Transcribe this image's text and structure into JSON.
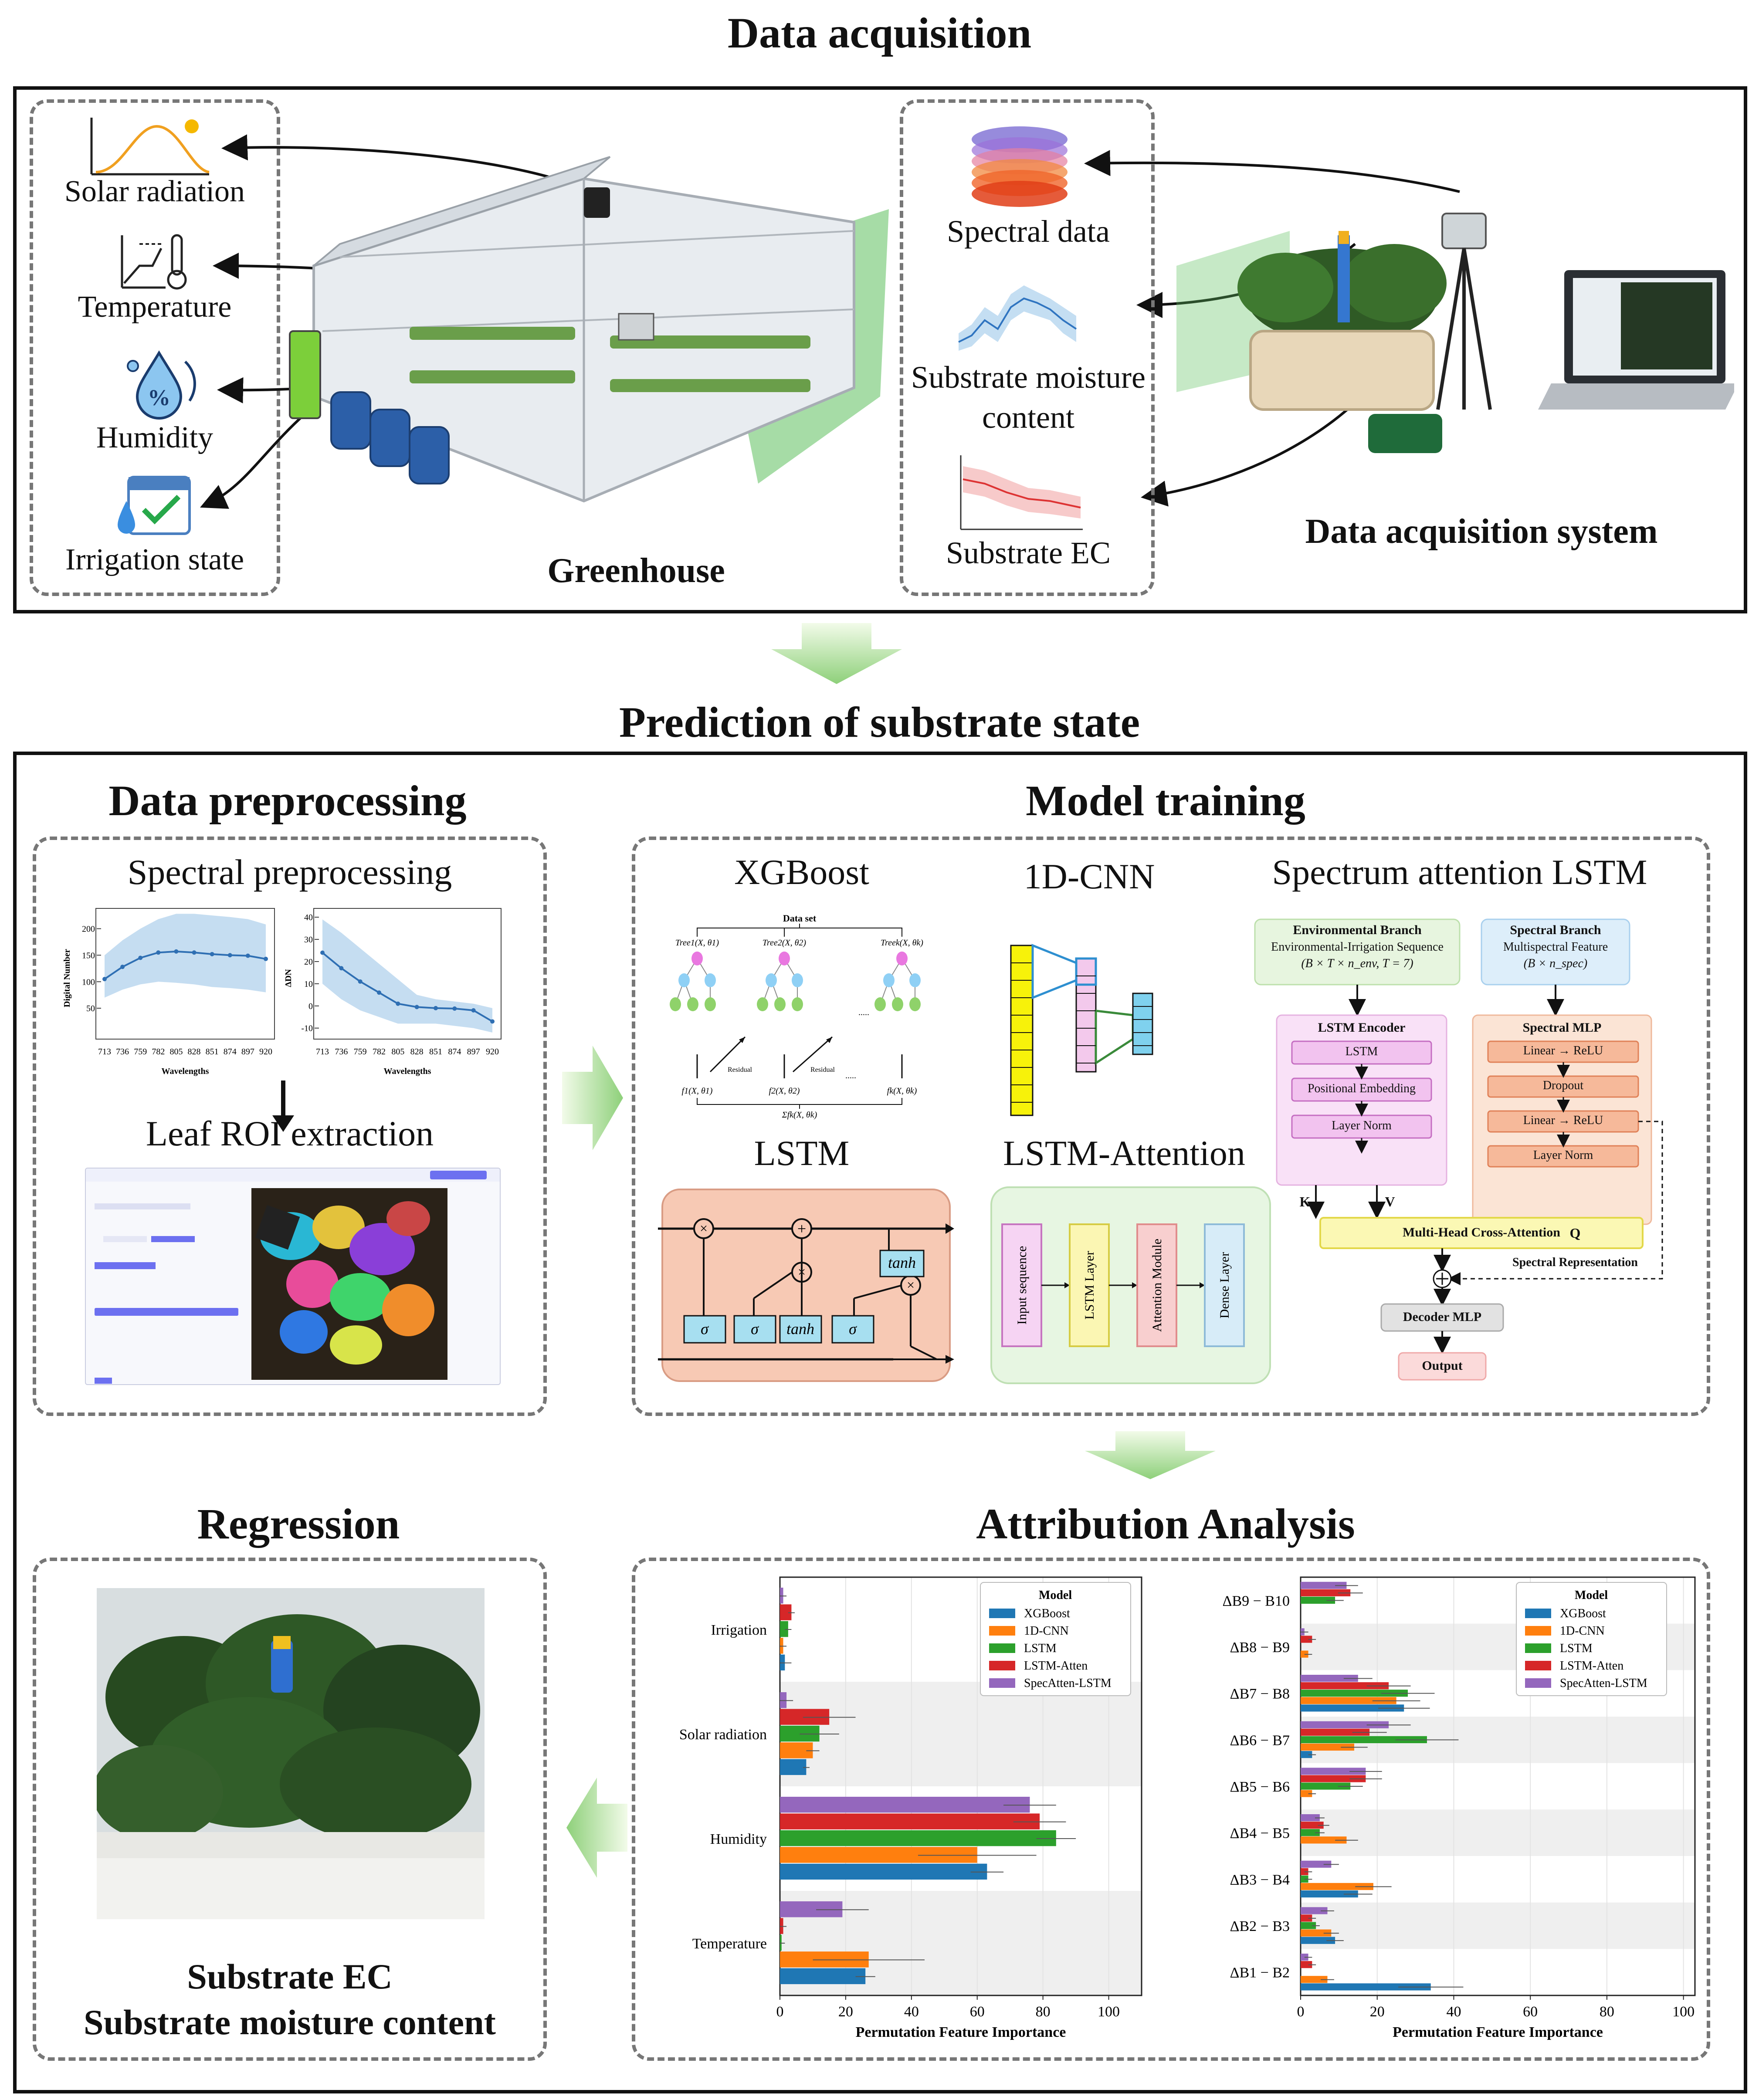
{
  "acquisition": {
    "title": "Data acquisition",
    "env_items": [
      "Solar radiation",
      "Temperature",
      "Humidity",
      "Irrigation state"
    ],
    "greenhouse_label": "Greenhouse",
    "data_items": [
      "Spectral data",
      "Substrate moisture content",
      "Substrate EC"
    ],
    "system_label": "Data acquisition system"
  },
  "prediction": {
    "title": "Prediction of substrate state",
    "preprocessing": {
      "title": "Data preprocessing",
      "spectral_title": "Spectral preprocessing",
      "roi_title": "Leaf ROI extraction",
      "chart1": {
        "ylabel": "Digital Number",
        "xlabel": "Wavelengths"
      },
      "chart2": {
        "ylabel": "ΔDN",
        "xlabel": "Wavelengths"
      }
    },
    "training": {
      "title": "Model training",
      "models": [
        "XGBoost",
        "1D-CNN",
        "Spectrum attention LSTM",
        "LSTM",
        "LSTM-Attention"
      ],
      "xgb": {
        "dataset": "Data set",
        "tree1": "Tree1(X, θ1)",
        "tree2": "Tree2(X, θ2)",
        "treek": "Treek(X, θk)",
        "residual": "Residual",
        "f1": "f1(X, θ1)",
        "f2": "f2(X, θ2)",
        "fk": "fk(X, θk)",
        "sum": "Σfk(X, θk)",
        "dots": "....."
      },
      "lstm_cell": {
        "sigma": "σ",
        "tanh": "tanh"
      },
      "lstm_att_blocks": [
        "Input sequence",
        "LSTM Layer",
        "Attention Module",
        "Dense Layer"
      ],
      "sal": {
        "env_branch": "Environmental Branch",
        "env_sub": "Environmental-Irrigation Sequence",
        "env_dim": "(B × T × n_env, T = 7)",
        "spec_branch": "Spectral Branch",
        "spec_sub": "Multispectral Feature",
        "spec_dim": "(B × n_spec)",
        "lstm_encoder": "LSTM Encoder",
        "lstm_layers": [
          "LSTM",
          "Positional Embedding",
          "Layer Norm"
        ],
        "spectral_mlp": "Spectral MLP",
        "mlp_layers": [
          "Linear → ReLU",
          "Dropout",
          "Linear → ReLU",
          "Layer Norm"
        ],
        "k": "K",
        "v": "V",
        "q": "Q",
        "mhca": "Multi-Head Cross-Attention",
        "spec_rep": "Spectral Representation",
        "decoder": "Decoder MLP",
        "output": "Output"
      }
    },
    "regression": {
      "title": "Regression",
      "line1": "Substrate EC",
      "line2": "Substrate moisture content"
    },
    "attribution": {
      "title": "Attribution Analysis"
    }
  },
  "chart_data": [
    {
      "type": "bar",
      "orientation": "horizontal",
      "categories": [
        "Irrigation",
        "Solar radiation",
        "Humidity",
        "Temperature"
      ],
      "series": [
        {
          "name": "XGBoost",
          "color": "#1f77b4",
          "values": [
            1.5,
            8,
            63,
            26
          ]
        },
        {
          "name": "1D-CNN",
          "color": "#ff7f0e",
          "values": [
            1,
            10,
            60,
            27
          ]
        },
        {
          "name": "LSTM",
          "color": "#2ca02c",
          "values": [
            2.5,
            12,
            84,
            0.5
          ]
        },
        {
          "name": "LSTM-Atten",
          "color": "#d62728",
          "values": [
            3.5,
            15,
            79,
            1
          ]
        },
        {
          "name": "SpecAtten-LSTM",
          "color": "#9467bd",
          "values": [
            1,
            2,
            76,
            19
          ]
        }
      ],
      "errors": [
        [
          2,
          1,
          5,
          3
        ],
        [
          1,
          2,
          18,
          17
        ],
        [
          1,
          6,
          6,
          1
        ],
        [
          1,
          8,
          8,
          1
        ],
        [
          1,
          2,
          8,
          8
        ]
      ],
      "xlabel": "Permutation Feature Importance",
      "xlim": [
        0,
        110
      ],
      "xticks": [
        0,
        20,
        40,
        60,
        80,
        100
      ],
      "legend_title": "Model",
      "legend_position": "top-right"
    },
    {
      "type": "bar",
      "orientation": "horizontal",
      "categories": [
        "ΔB9 − B10",
        "ΔB8 − B9",
        "ΔB7 − B8",
        "ΔB6 − B7",
        "ΔB5 − B6",
        "ΔB4 − B5",
        "ΔB3 − B4",
        "ΔB2 − B3",
        "ΔB1 − B2"
      ],
      "series": [
        {
          "name": "XGBoost",
          "color": "#1f77b4",
          "values": [
            0,
            0,
            27,
            3,
            0,
            0,
            15,
            9,
            34
          ]
        },
        {
          "name": "1D-CNN",
          "color": "#ff7f0e",
          "values": [
            0,
            2,
            25,
            14,
            3,
            12,
            19,
            8,
            7
          ]
        },
        {
          "name": "LSTM",
          "color": "#2ca02c",
          "values": [
            9,
            0,
            28,
            33,
            13,
            5,
            2,
            4,
            0
          ]
        },
        {
          "name": "LSTM-Atten",
          "color": "#d62728",
          "values": [
            13,
            3,
            23,
            18,
            17,
            6,
            2,
            3,
            3
          ]
        },
        {
          "name": "SpecAtten-LSTM",
          "color": "#9467bd",
          "values": [
            12,
            1,
            15,
            23,
            17,
            5,
            8,
            7,
            2
          ]
        }
      ],
      "xlabel": "Permutation Feature Importance",
      "xlim": [
        0,
        103
      ],
      "xticks": [
        0,
        20,
        40,
        60,
        80,
        100
      ],
      "legend_title": "Model",
      "legend_position": "top-right"
    },
    {
      "type": "line",
      "title": "",
      "x": [
        713,
        736,
        759,
        782,
        805,
        828,
        851,
        874,
        897,
        920
      ],
      "values": [
        105,
        128,
        145,
        155,
        157,
        155,
        152,
        150,
        149,
        143
      ],
      "band_upper": [
        150,
        178,
        200,
        218,
        228,
        228,
        225,
        222,
        218,
        208
      ],
      "band_lower": [
        70,
        85,
        95,
        100,
        98,
        95,
        90,
        88,
        85,
        80
      ],
      "ylabel": "Digital Number",
      "xlabel": "Wavelengths",
      "ylim": [
        0,
        230
      ],
      "yticks": [
        50,
        100,
        150,
        200
      ]
    },
    {
      "type": "line",
      "title": "",
      "x": [
        713,
        736,
        759,
        782,
        805,
        828,
        851,
        874,
        897,
        920
      ],
      "values": [
        24,
        17,
        11,
        6,
        1,
        -0.5,
        -1,
        -1.2,
        -2,
        -7
      ],
      "band_upper": [
        39,
        33,
        26,
        19,
        12,
        5,
        3,
        2,
        1,
        -1
      ],
      "band_lower": [
        10,
        3,
        -2,
        -5,
        -8,
        -8,
        -8,
        -9,
        -10,
        -12
      ],
      "ylabel": "ΔDN",
      "xlabel": "Wavelengths",
      "ylim": [
        -13,
        42
      ],
      "yticks": [
        -10,
        0,
        10,
        20,
        30,
        40
      ]
    }
  ]
}
